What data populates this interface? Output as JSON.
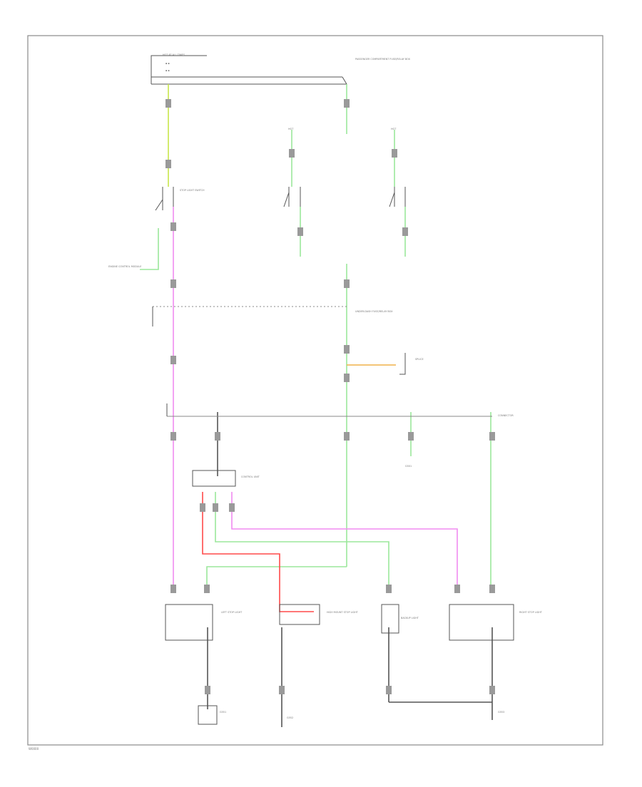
{
  "colors": {
    "green": "#9be79b",
    "yellow_green": "#c8e64a",
    "pink": "#f08cf0",
    "red": "#ff4a4a",
    "black": "#555555",
    "orange": "#f1b24a",
    "frame": "#8a8a8a"
  },
  "footer": {
    "code": "W0000"
  },
  "labels": {
    "fuse_box": "HOT AT ALL TIMES",
    "fuse_box_right": "PASSENGER COMPARTMENT FUSE/RELAY BOX",
    "stop_switch": "STOP LIGHT SWITCH",
    "left_switch": "HOT",
    "right_switch": "HOT",
    "engine": "ENGINE CONTROL MODULE",
    "junction1": "UNDER-DASH FUSE/RELAY BOX",
    "junction2": "CONNECTOR",
    "ground_mid": "G501",
    "control_unit": "CONTROL UNIT",
    "lamp_left": "LEFT STOP LIGHT",
    "lamp_mid": "HIGH MOUNT STOP LIGHT",
    "lamp_center": "BACKUP LIGHT",
    "lamp_right": "RIGHT STOP LIGHT",
    "ground_left": "G551",
    "ground_mid2": "G552",
    "ground_right": "G553",
    "splice": "SPLICE"
  }
}
